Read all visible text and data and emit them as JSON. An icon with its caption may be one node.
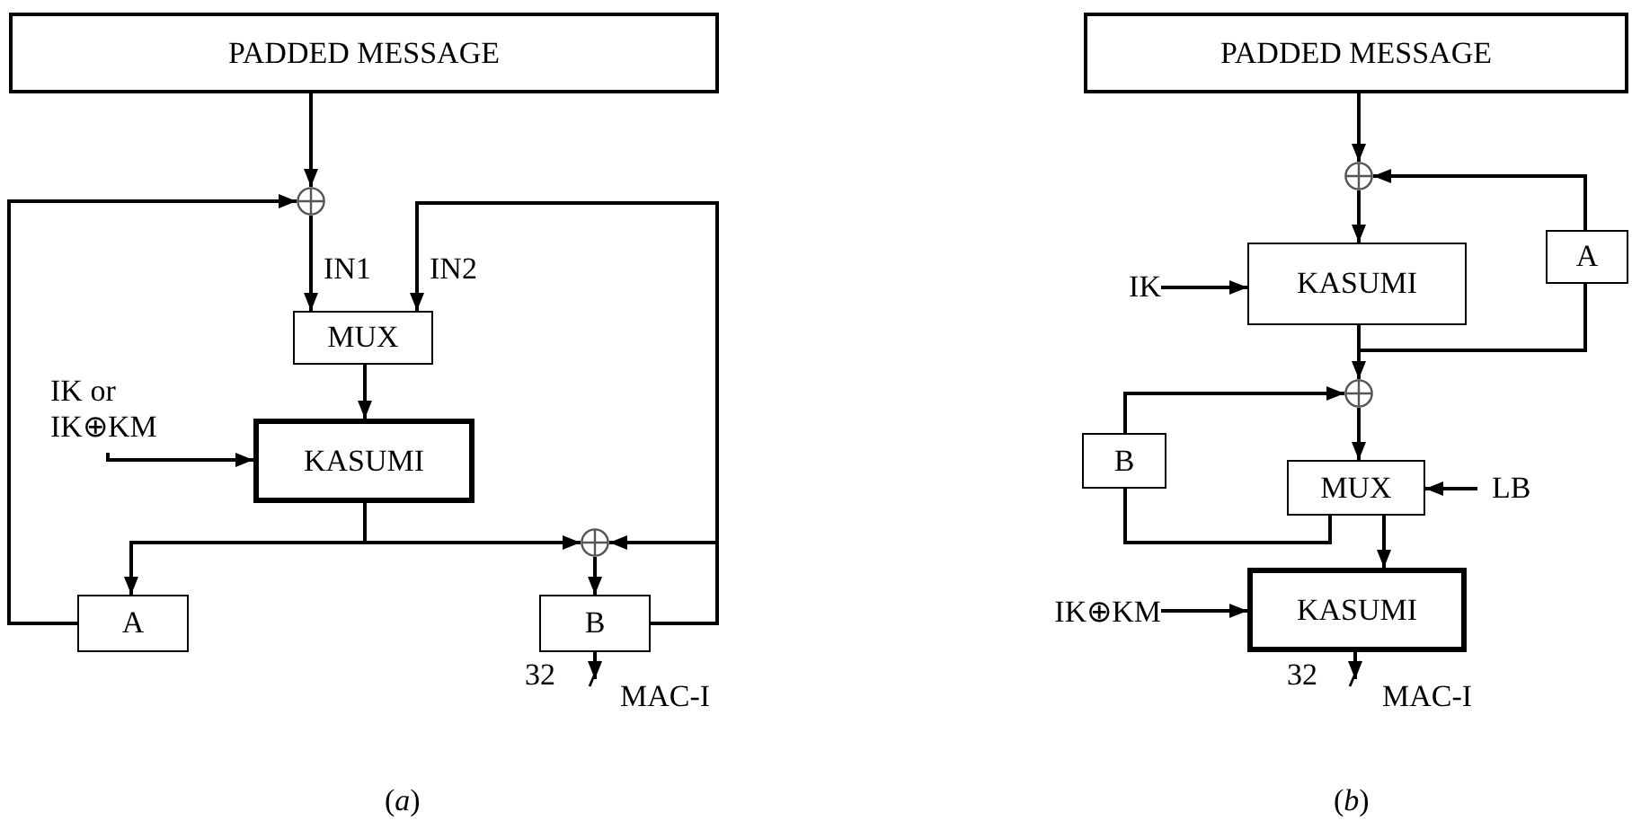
{
  "diagram": {
    "nodes": [
      {
        "text": [
          "PADDED MESSAGE"
        ]
      },
      {
        "text": [],
        "shape": "circle"
      },
      {
        "text": [
          "MUX"
        ]
      },
      {
        "text": [
          "IK or IK⊕KM"
        ]
      },
      {
        "text": [
          "KASUMI"
        ]
      },
      {
        "text": [],
        "shape": "circle"
      },
      {
        "text": [
          "A"
        ]
      },
      {
        "text": [
          "B"
        ]
      },
      {
        "text": [
          "MAC-I"
        ]
      },
      {
        "text": [
          "PADDED MESSAGE"
        ]
      },
      {
        "text": [],
        "shape": "circle"
      },
      {
        "text": [
          "IK"
        ]
      },
      {
        "text": [
          "KASUMI"
        ]
      },
      {
        "text": [
          "A"
        ]
      },
      {
        "text": [],
        "shape": "circle"
      },
      {
        "text": [
          "B"
        ]
      },
      {
        "text": [
          "MUX"
        ]
      },
      {
        "text": [
          "LB"
        ]
      },
      {
        "text": [
          "IK⊕KM"
        ]
      },
      {
        "text": [
          "KASUMI"
        ]
      },
      {
        "text": [
          "MAC-I"
        ]
      }
    ],
    "edges": [
      {
        "from": 0,
        "to": 1,
        "arrow": "to"
      },
      {
        "from": 6,
        "to": 1,
        "arrow": "to"
      },
      {
        "from": 1,
        "to": 2,
        "arrow": "to",
        "label": "IN1"
      },
      {
        "from": 7,
        "to": 2,
        "arrow": "to",
        "label": "IN2"
      },
      {
        "from": 2,
        "to": 4,
        "arrow": "to"
      },
      {
        "from": 3,
        "to": 4,
        "arrow": "to"
      },
      {
        "from": 4,
        "to": 6,
        "arrow": "to"
      },
      {
        "from": 4,
        "to": 5,
        "arrow": "to"
      },
      {
        "from": 7,
        "to": 5,
        "arrow": "to"
      },
      {
        "from": 5,
        "to": 7,
        "arrow": "to"
      },
      {
        "from": 7,
        "to": 8,
        "arrow": "to"
      },
      {
        "from": 9,
        "to": 10,
        "arrow": "to"
      },
      {
        "from": 13,
        "to": 10,
        "arrow": "to"
      },
      {
        "from": 10,
        "to": 12,
        "arrow": "to"
      },
      {
        "from": 11,
        "to": 12,
        "arrow": "to"
      },
      {
        "from": 12,
        "to": 14,
        "arrow": "to"
      },
      {
        "from": 12,
        "to": 13,
        "arrow": "none"
      },
      {
        "from": 15,
        "to": 14,
        "arrow": "to"
      },
      {
        "from": 14,
        "to": 16,
        "arrow": "to"
      },
      {
        "from": 17,
        "to": 16,
        "arrow": "to"
      },
      {
        "from": 16,
        "to": 15,
        "arrow": "none"
      },
      {
        "from": 16,
        "to": 19,
        "arrow": "to"
      },
      {
        "from": 18,
        "to": 19,
        "arrow": "to"
      },
      {
        "from": 19,
        "to": 20,
        "arrow": "to"
      }
    ],
    "labels": [
      "32",
      "(*a*)",
      "32",
      "(*b*)"
    ]
  }
}
